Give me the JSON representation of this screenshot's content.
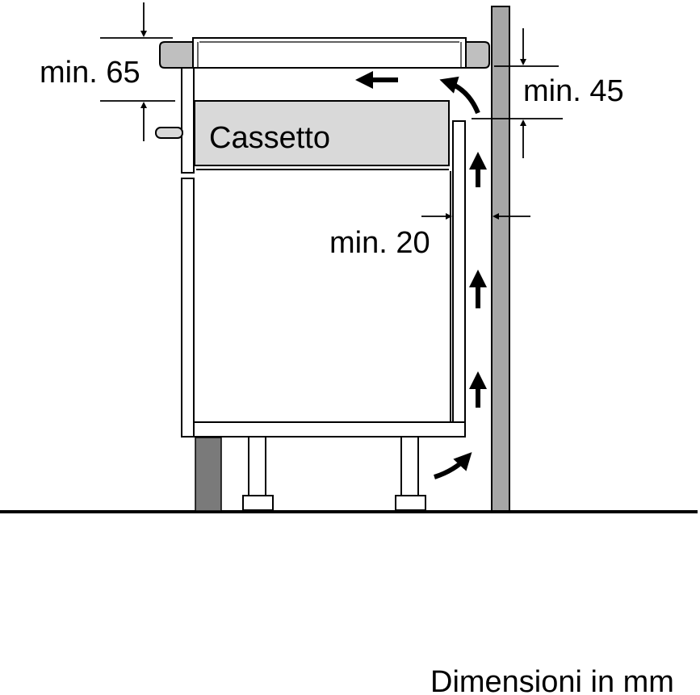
{
  "labels": {
    "min_top": "min. 65",
    "min_right": "min. 45",
    "min_gap": "min. 20",
    "drawer": "Cassetto",
    "units": "Dimensioni in mm"
  },
  "colors": {
    "wall": "#a6a6a6",
    "plinth": "#7a7a7a",
    "panel": "#d9d9d9",
    "cooktop": "#bfbfbf",
    "stroke": "#000000"
  }
}
